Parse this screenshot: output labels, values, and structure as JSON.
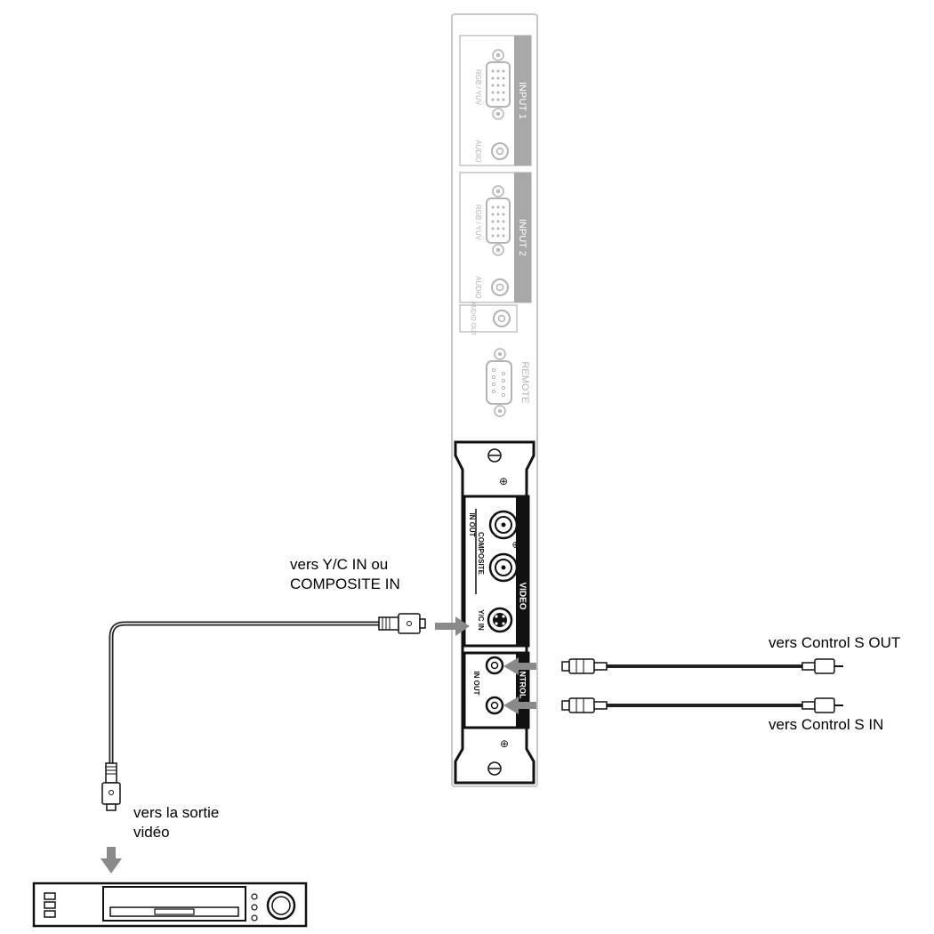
{
  "panel": {
    "input1": {
      "header": "INPUT 1",
      "port_label": "RGB / YUV",
      "audio_label": "AUDIO"
    },
    "input2": {
      "header": "INPUT 2",
      "port_label": "RGB / YUV",
      "audio_label": "AUDIO"
    },
    "audio_out_label": "AUDIO OUT",
    "remote_label": "REMOTE",
    "video_module": {
      "header": "VIDEO",
      "composite_in_out": "IN OUT",
      "composite_label": "COMPOSITE",
      "yc_label": "Y/C IN"
    },
    "control_module": {
      "header": "NTROL",
      "in_out_label": "IN OUT"
    }
  },
  "callouts": {
    "yc_in_line1": "vers Y/C IN ou",
    "yc_in_line2": "COMPOSITE IN",
    "control_s_out": "vers Control S OUT",
    "control_s_in": "vers Control S IN",
    "video_out_line1": "vers la sortie",
    "video_out_line2": "vidéo"
  },
  "colors": {
    "panel_outline": "#c8c8c8",
    "panel_faded": "#b4b4b4",
    "label_bar": "#a8a8a8",
    "module_black": "#111111",
    "cable": "#222222",
    "arrow": "#8a8a8a"
  }
}
